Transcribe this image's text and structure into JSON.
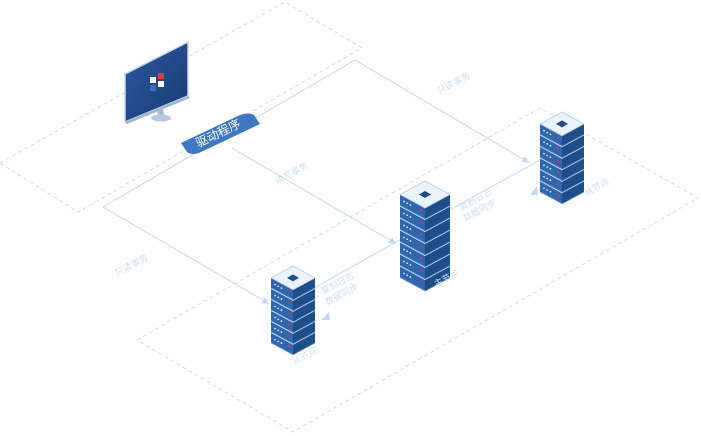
{
  "driver": {
    "label": "驱动程序"
  },
  "flows": {
    "read_upper": "只读事务",
    "read_lower": "只读事务",
    "rw": "读写事务"
  },
  "nodes": {
    "primary": {
      "name": "主节点",
      "sync_line1": "复制日志",
      "sync_line2": "数据同步"
    },
    "slave_left": {
      "name": "从节点",
      "sync_line1": "复制日志",
      "sync_line2": "数据同步"
    },
    "slave_right": {
      "name": "从节点"
    }
  },
  "colors": {
    "accent": "#3e78c2",
    "server_face": "#2f66ad",
    "server_side": "#1e4d8c",
    "dashed": "#cfd9e6",
    "arrow": "#c5d9ef",
    "logo_red": "#e2393c",
    "logo_blue": "#3a6fc4"
  }
}
